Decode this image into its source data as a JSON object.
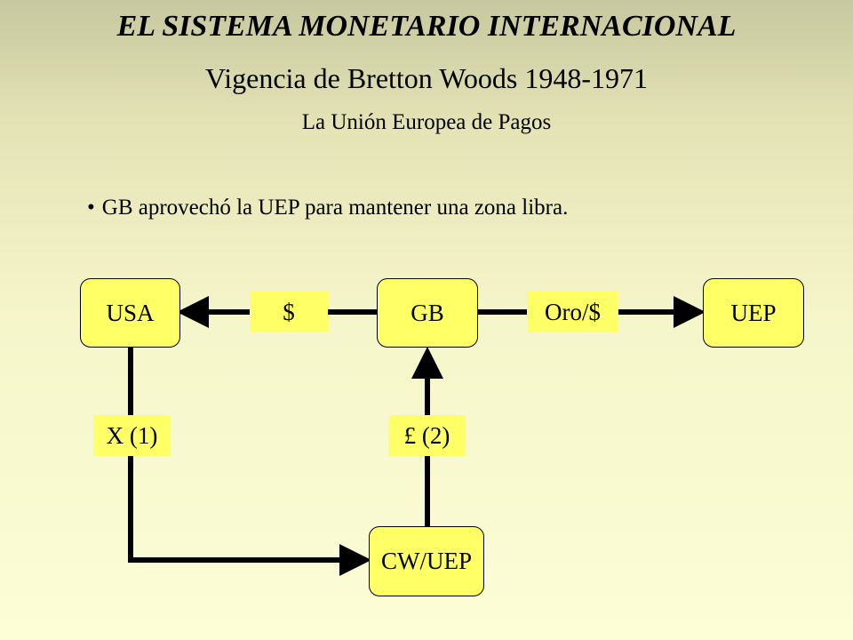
{
  "slide": {
    "title": "EL SISTEMA MONETARIO INTERNACIONAL",
    "subtitle": "Vigencia de Bretton Woods 1948-1971",
    "subtitle2": "La Unión Europea de Pagos",
    "bullet_marker": "•",
    "bullet_text": "GB aprovechó la UEP para mantener una zona libra."
  },
  "diagram": {
    "nodes": {
      "usa": "USA",
      "gb": "GB",
      "uep": "UEP",
      "cw_uep": "CW/UEP"
    },
    "flow_labels": {
      "gb_to_usa": "$",
      "gb_to_uep": "Oro/$",
      "usa_to_cw": "X (1)",
      "cw_to_gb": "£ (2)"
    }
  },
  "colors": {
    "box_fill": "#ffff66",
    "line": "#000000"
  }
}
